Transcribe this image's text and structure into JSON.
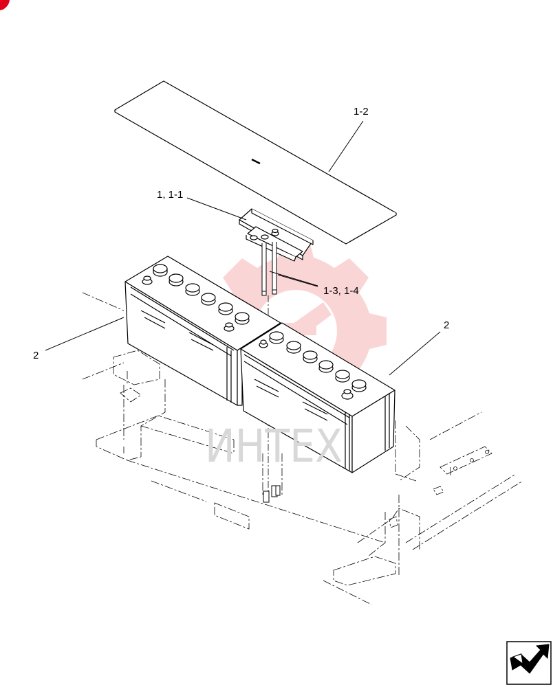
{
  "labels": {
    "cover": "1-2",
    "bracket": "1, 1-1",
    "rods": "1-3, 1-4",
    "battery_left": "2",
    "battery_right": "2"
  },
  "watermark": {
    "text": "ИНТЕХ",
    "color": "#f4a0a0"
  },
  "colors": {
    "line": "#000000",
    "hidden_line": "#000000",
    "watermark_gear": "#f6b3b3",
    "corner_mark": "#e0001a"
  },
  "icons": {
    "corner_mark": "red-corner-mark-icon",
    "nav": "next-page-arrow-icon"
  }
}
